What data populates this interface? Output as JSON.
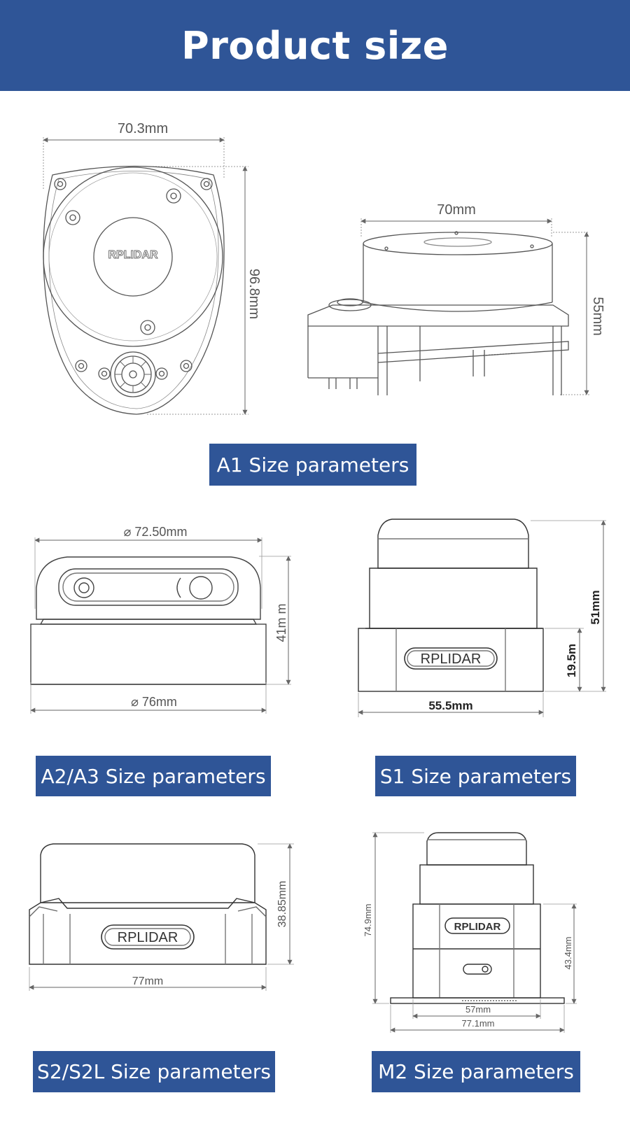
{
  "page": {
    "title": "Product size"
  },
  "a1": {
    "caption": "A1 Size parameters",
    "top_view": {
      "width": "70.3mm",
      "height": "96.8mm",
      "logo": "RPLIDAR"
    },
    "side_view": {
      "width": "70mm",
      "height": "55mm"
    }
  },
  "a2a3": {
    "caption": "A2/A3 Size parameters",
    "top_diameter": "⌀ 72.50mm",
    "bottom_diameter": "⌀ 76mm",
    "height": "41m m"
  },
  "s1": {
    "caption": "S1 Size parameters",
    "width": "55.5mm",
    "height": "51mm",
    "base_height": "19.5m",
    "logo": "RPLIDAR"
  },
  "s2": {
    "caption": "S2/S2L Size parameters",
    "width": "77mm",
    "height": "38.85mm",
    "logo": "RPLIDAR"
  },
  "m2": {
    "caption": "M2 Size parameters",
    "height": "74.9mm",
    "base_height": "43.4mm",
    "width_inner": "57mm",
    "width_outer": "77.1mm",
    "logo": "RPLIDAR"
  },
  "colors": {
    "brand": "#2f5597"
  }
}
